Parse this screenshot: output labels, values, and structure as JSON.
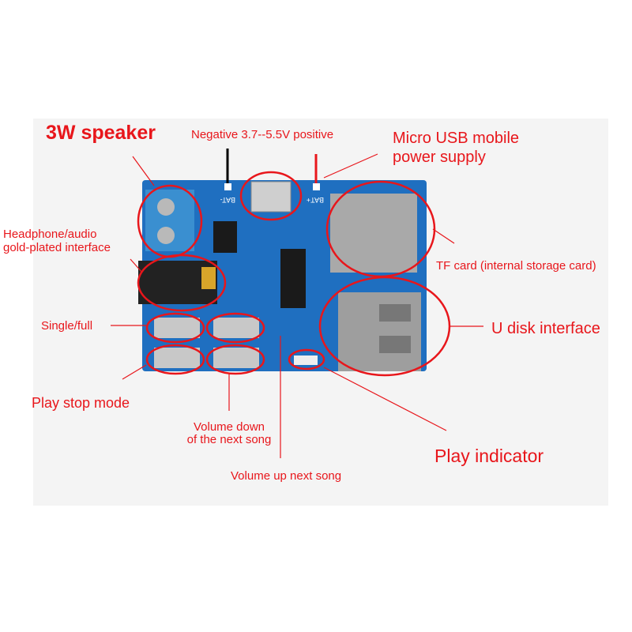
{
  "labels": {
    "speaker": "3W speaker",
    "power_polarity": "Negative 3.7--5.5V positive",
    "micro_usb_line1": "Micro USB mobile",
    "micro_usb_line2": "power supply",
    "headphone_line1": "Headphone/audio",
    "headphone_line2": "gold-plated interface",
    "tf_card": "TF card (internal storage card)",
    "single_full": "Single/full",
    "u_disk": "U disk interface",
    "play_stop": "Play stop mode",
    "volume_down_line1": "Volume down",
    "volume_down_line2": "of the next song",
    "play_indicator": "Play indicator",
    "volume_up": "Volume up next song"
  },
  "board_silkscreen": [
    "BAT-",
    "BAT+"
  ],
  "colors": {
    "annotation": "#e8161b",
    "pcb": "#1f6fc0",
    "terminal": "#3a8fd0"
  }
}
